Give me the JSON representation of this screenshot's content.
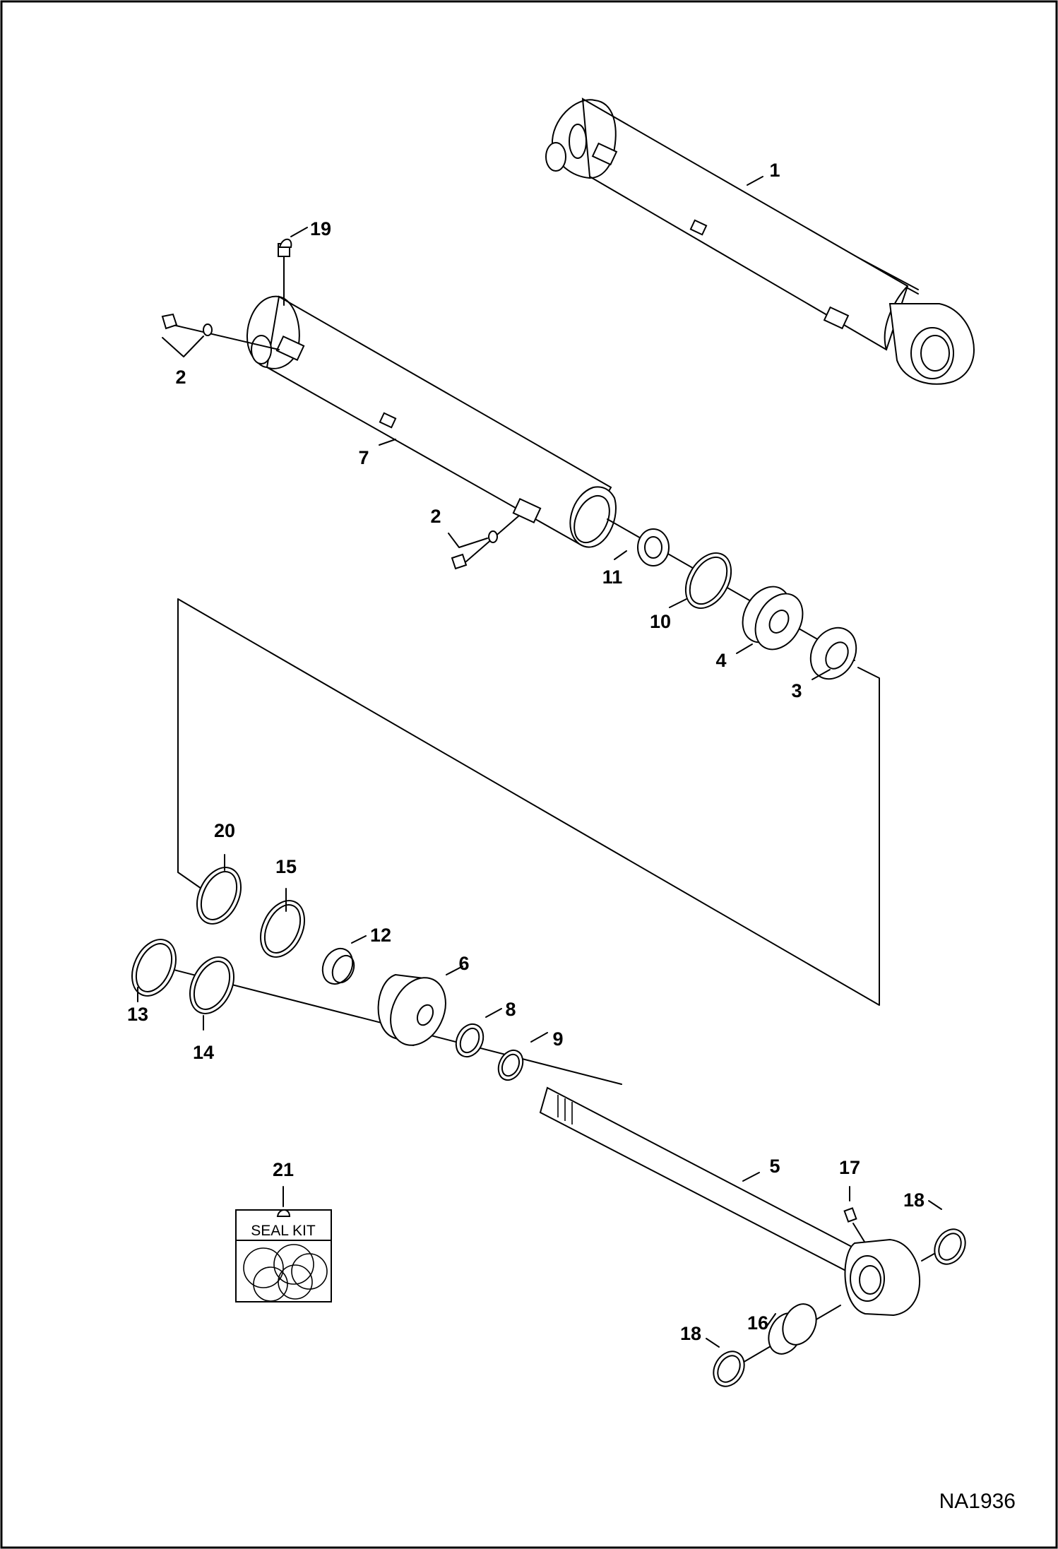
{
  "drawing": {
    "code": "NA1936",
    "seal_kit_label": "SEAL KIT"
  },
  "callouts": [
    {
      "id": "c1",
      "label": "1"
    },
    {
      "id": "c19",
      "label": "19"
    },
    {
      "id": "c2a",
      "label": "2"
    },
    {
      "id": "c7",
      "label": "7"
    },
    {
      "id": "c2b",
      "label": "2"
    },
    {
      "id": "c11",
      "label": "11"
    },
    {
      "id": "c10",
      "label": "10"
    },
    {
      "id": "c4",
      "label": "4"
    },
    {
      "id": "c3",
      "label": "3"
    },
    {
      "id": "c20",
      "label": "20"
    },
    {
      "id": "c15",
      "label": "15"
    },
    {
      "id": "c12",
      "label": "12"
    },
    {
      "id": "c6",
      "label": "6"
    },
    {
      "id": "c13",
      "label": "13"
    },
    {
      "id": "c14",
      "label": "14"
    },
    {
      "id": "c8",
      "label": "8"
    },
    {
      "id": "c9",
      "label": "9"
    },
    {
      "id": "c21",
      "label": "21"
    },
    {
      "id": "c5",
      "label": "5"
    },
    {
      "id": "c17",
      "label": "17"
    },
    {
      "id": "c18a",
      "label": "18"
    },
    {
      "id": "c16",
      "label": "16"
    },
    {
      "id": "c18b",
      "label": "18"
    }
  ]
}
